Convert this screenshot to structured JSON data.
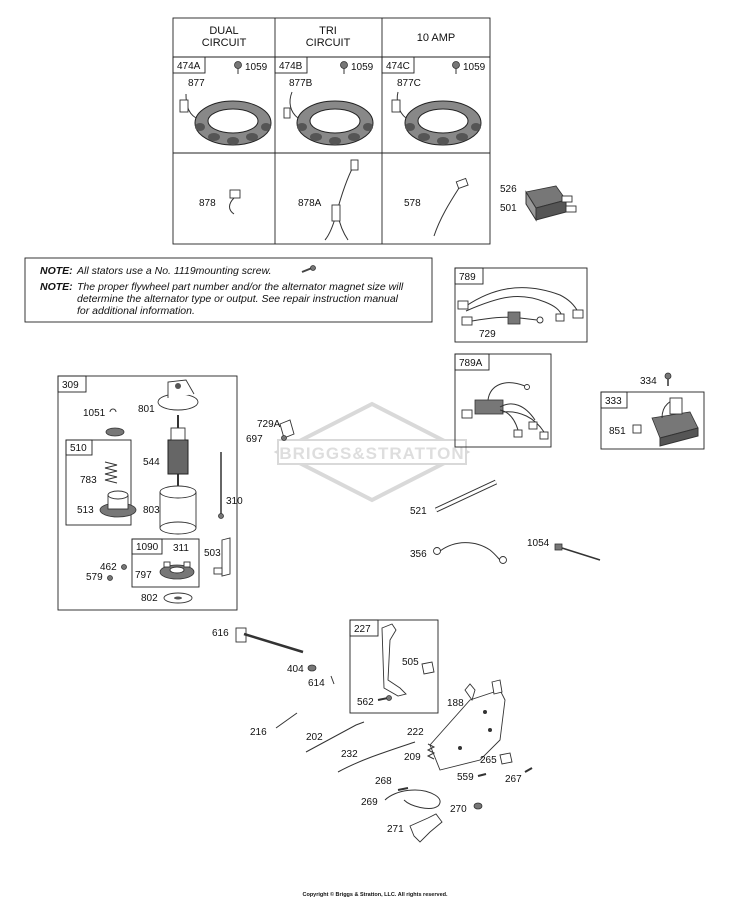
{
  "table": {
    "headers": [
      "DUAL\nCIRCUIT",
      "TRI\nCIRCUIT",
      "10 AMP"
    ],
    "header_lines": [
      [
        "DUAL",
        "CIRCUIT"
      ],
      [
        "TRI",
        "CIRCUIT"
      ],
      [
        "10 AMP"
      ]
    ],
    "stator_refs": [
      "474A",
      "474B",
      "474C"
    ],
    "screw_ref": "1059",
    "stator_parts": [
      "877",
      "877B",
      "877C"
    ],
    "lead_parts": [
      "878",
      "878A",
      "578"
    ]
  },
  "notes": {
    "prefix": "NOTE:",
    "note1": "All stators use a No. 1119mounting screw.",
    "note2_lines": [
      "The proper flywheel part number and/or the alternator magnet size will",
      "determine the alternator type or output. See repair instruction manual",
      "for additional information."
    ]
  },
  "parts": {
    "p526": "526",
    "p501": "501",
    "p789": "789",
    "p729": "729",
    "p789A": "789A",
    "p334": "334",
    "p333": "333",
    "p851": "851",
    "p309": "309",
    "p1051": "1051",
    "p801": "801",
    "p510": "510",
    "p783": "783",
    "p513": "513",
    "p544": "544",
    "p803": "803",
    "p310": "310",
    "p1090": "1090",
    "p311": "311",
    "p797": "797",
    "p462": "462",
    "p579": "579",
    "p503": "503",
    "p802": "802",
    "p729A": "729A",
    "p697": "697",
    "p521": "521",
    "p356": "356",
    "p1054": "1054",
    "p616": "616",
    "p404": "404",
    "p614": "614",
    "p227": "227",
    "p505": "505",
    "p562": "562",
    "p188": "188",
    "p216": "216",
    "p202": "202",
    "p222": "222",
    "p232": "232",
    "p209": "209",
    "p265": "265",
    "p559": "559",
    "p267": "267",
    "p268": "268",
    "p269": "269",
    "p270": "270",
    "p271": "271"
  },
  "watermark": "BRIGGS&STRATTON",
  "copyright": "Copyright © Briggs & Stratton, LLC. All rights reserved."
}
